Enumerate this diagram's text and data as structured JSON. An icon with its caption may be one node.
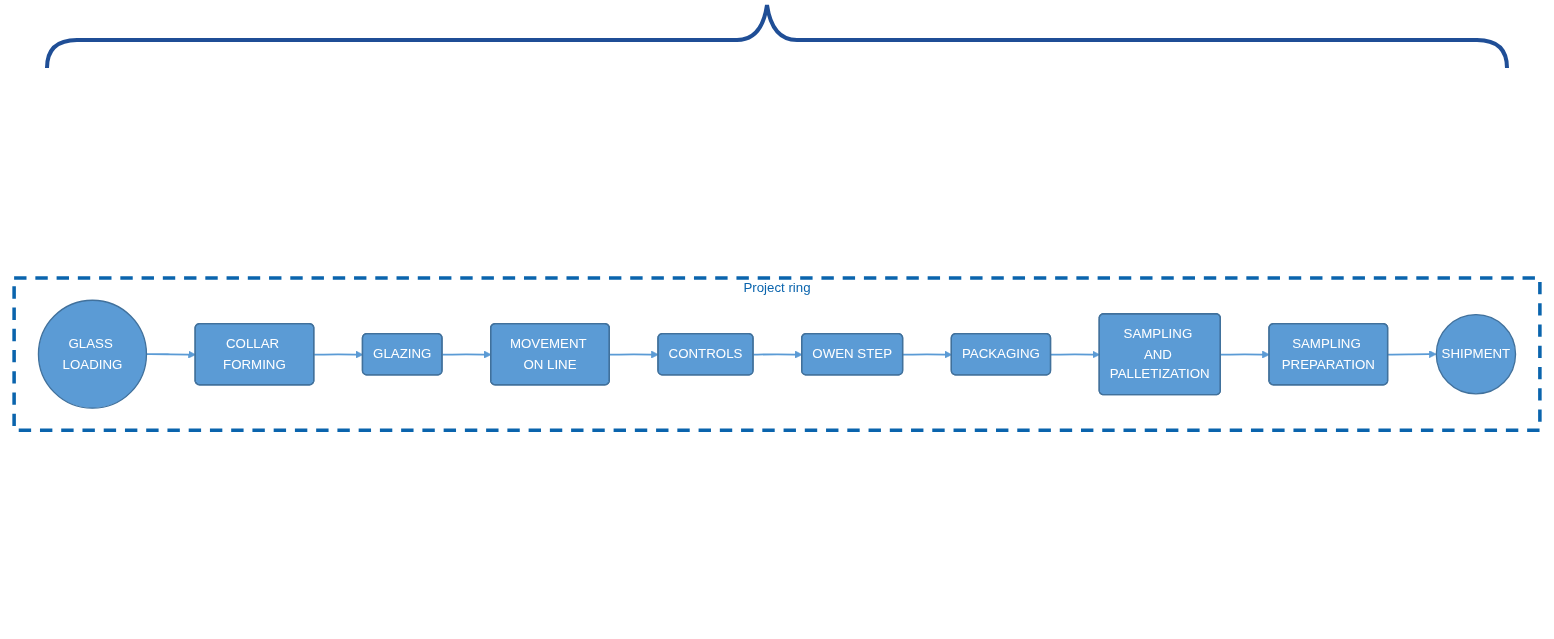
{
  "diagram": {
    "nodes": [
      {
        "text": [
          "Project ring"
        ]
      },
      {
        "text": [
          "GLASS LOADING"
        ],
        "in": 0
      },
      {
        "text": [
          "COLLAR FORMING"
        ],
        "in": 0
      },
      {
        "text": [
          "GLAZING"
        ],
        "in": 0
      },
      {
        "text": [
          "MOVEMENT ON LINE"
        ],
        "in": 0
      },
      {
        "text": [
          "CONTROLS"
        ],
        "in": 0
      },
      {
        "text": [
          "OWEN STEP"
        ],
        "in": 0
      },
      {
        "text": [
          "PACKAGING"
        ],
        "in": 0
      },
      {
        "text": [
          "SAMPLING AND PALLETIZATION"
        ],
        "in": 0
      },
      {
        "text": [
          "SAMPLING PREPARATION"
        ],
        "in": 0
      },
      {
        "text": [
          "SHIPMENT"
        ],
        "in": 0
      }
    ],
    "edges": [
      {
        "from": 1,
        "to": 2,
        "arrow": "to"
      },
      {
        "from": 2,
        "to": 3,
        "arrow": "to"
      },
      {
        "from": 3,
        "to": 4,
        "arrow": "to"
      },
      {
        "from": 4,
        "to": 5,
        "arrow": "to"
      },
      {
        "from": 5,
        "to": 6,
        "arrow": "to"
      },
      {
        "from": 6,
        "to": 7,
        "arrow": "to"
      },
      {
        "from": 7,
        "to": 8,
        "arrow": "to"
      },
      {
        "from": 8,
        "to": 9,
        "arrow": "to"
      },
      {
        "from": 9,
        "to": 10,
        "arrow": "to"
      }
    ]
  }
}
